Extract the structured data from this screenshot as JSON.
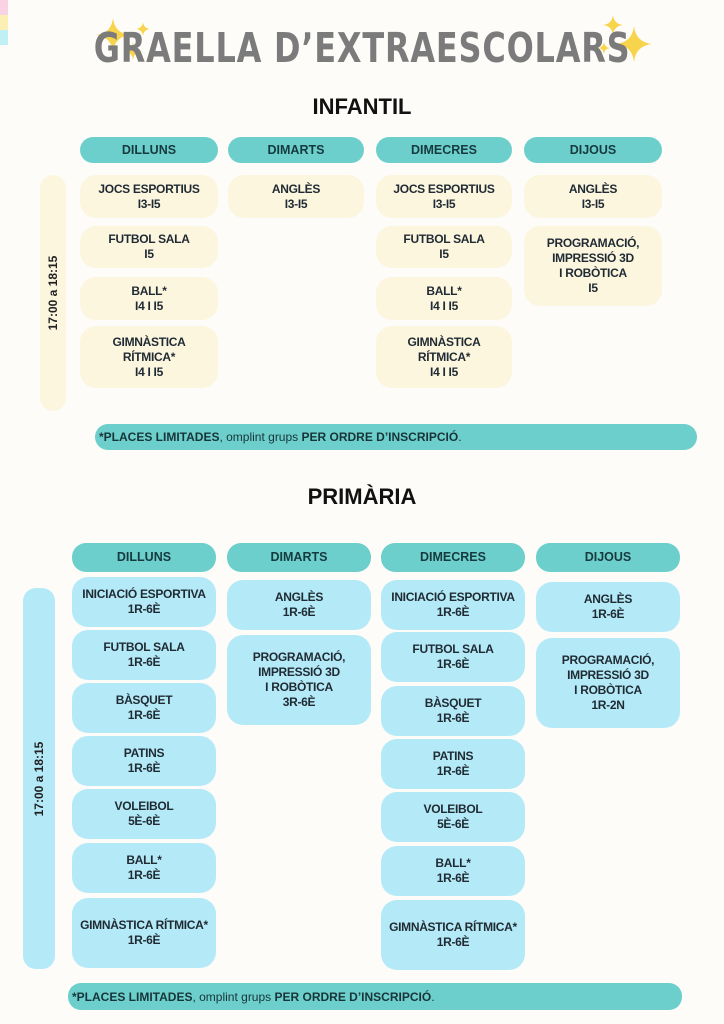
{
  "title": "GRAELLA D’EXTRAESCOLARS",
  "colors": {
    "teal": "#6dcfcb",
    "cream": "#fcf6df",
    "light_blue": "#b4eaf7",
    "sparkle": "#f7d44c"
  },
  "infantil": {
    "heading": "INFANTIL",
    "time": "17:00 a 18:15",
    "days": [
      "DILLUNS",
      "DIMARTS",
      "DIMECRES",
      "DIJOUS"
    ],
    "columns": [
      [
        "JOCS ESPORTIUS\nI3-I5",
        "FUTBOL SALA\nI5",
        "BALL*\nI4 I I5",
        "GIMNÀSTICA\nRÍTMICA*\nI4 I I5"
      ],
      [
        "ANGLÈS\nI3-I5"
      ],
      [
        "JOCS ESPORTIUS\nI3-I5",
        "FUTBOL SALA\nI5",
        "BALL*\nI4 I I5",
        "GIMNÀSTICA\nRÍTMICA*\nI4 I I5"
      ],
      [
        "ANGLÈS\nI3-I5",
        "PROGRAMACIÓ,\nIMPRESSIÓ 3D\nI ROBÒTICA\nI5"
      ]
    ],
    "note": {
      "bold1": "*PLACES LIMITADES",
      "middle": ", omplint grups ",
      "bold2": "PER ORDRE D’INSCRIPCIÓ",
      "end": "."
    }
  },
  "primaria": {
    "heading": "PRIMÀRIA",
    "time": "17:00 a 18:15",
    "days": [
      "DILLUNS",
      "DIMARTS",
      "DIMECRES",
      "DIJOUS"
    ],
    "columns": [
      [
        "INICIACIÓ ESPORTIVA\n1R-6È",
        "FUTBOL SALA\n1R-6È",
        "BÀSQUET\n1R-6È",
        "PATINS\n1R-6È",
        "VOLEIBOL\n5È-6È",
        "BALL*\n1R-6È",
        "GIMNÀSTICA RÍTMICA*\n1R-6È"
      ],
      [
        "ANGLÈS\n1R-6È",
        "PROGRAMACIÓ,\nIMPRESSIÓ 3D\nI ROBÒTICA\n3R-6È"
      ],
      [
        "INICIACIÓ ESPORTIVA\n1R-6È",
        "FUTBOL SALA\n1R-6È",
        "BÀSQUET\n1R-6È",
        "PATINS\n1R-6È",
        "VOLEIBOL\n5È-6È",
        "BALL*\n1R-6È",
        "GIMNÀSTICA RÍTMICA*\n1R-6È"
      ],
      [
        "ANGLÈS\n1R-6È",
        "PROGRAMACIÓ,\nIMPRESSIÓ 3D\nI ROBÒTICA\n1R-2N"
      ]
    ],
    "note": {
      "bold1": "*PLACES LIMITADES",
      "middle": ", omplint grups ",
      "bold2": "PER ORDRE D’INSCRIPCIÓ",
      "end": "."
    }
  }
}
